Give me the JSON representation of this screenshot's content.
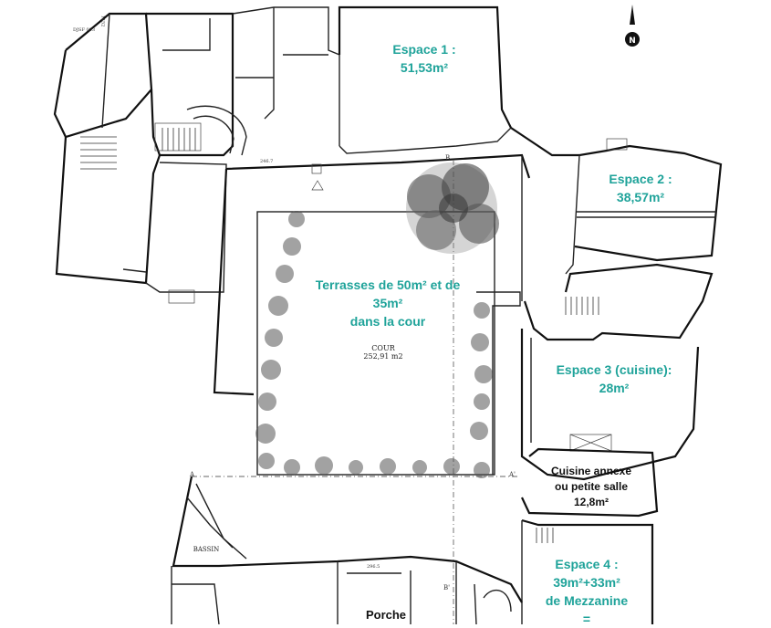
{
  "rooms": {
    "espace1": {
      "line1": "Espace 1 :",
      "line2": "51,53m²"
    },
    "espace2": {
      "line1": "Espace 2 :",
      "line2": "38,57m²"
    },
    "espace3": {
      "line1": "Espace 3  (cuisine):",
      "line2": "28m²"
    },
    "espace4": {
      "line1": "Espace 4 :",
      "line2": "39m²+33m²",
      "line3": "de Mezzanine",
      "line4": "="
    },
    "cuisine_annexe": {
      "line1": "Cuisine  annexe",
      "line2": "ou petite salle",
      "line3": "12,8m²"
    },
    "terrasses": {
      "line1": "Terrasses de 50m² et de",
      "line2": "35m²",
      "line3": "dans la cour"
    },
    "porche": {
      "label": "Porche"
    }
  },
  "plan_labels": {
    "cour_name": "COUR",
    "cour_area": "252,91 m2",
    "bassin": "BASSIN",
    "section_a_left": "A",
    "section_a_right": "A'",
    "section_b_top": "B",
    "section_b_bottom": "B'",
    "ref_code": "DJSF 003",
    "dim_1": "1452",
    "dim_2": "246.7",
    "dim_3": "296.5"
  },
  "colors": {
    "accent": "#1fa39a",
    "wall": "#222222"
  },
  "icons": {
    "north_arrow": "north-arrow-icon",
    "tree": "tree-icon"
  }
}
